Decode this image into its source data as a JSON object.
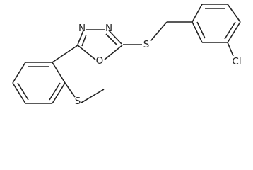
{
  "molecule": {
    "atom_labels": {
      "n1": "N",
      "n2": "N",
      "o": "O",
      "s_thioether": "S",
      "s_methylthio": "S",
      "cl": "Cl"
    },
    "colors": {
      "bond": "#222222",
      "label": "#222222",
      "background": "#ffffff"
    }
  }
}
